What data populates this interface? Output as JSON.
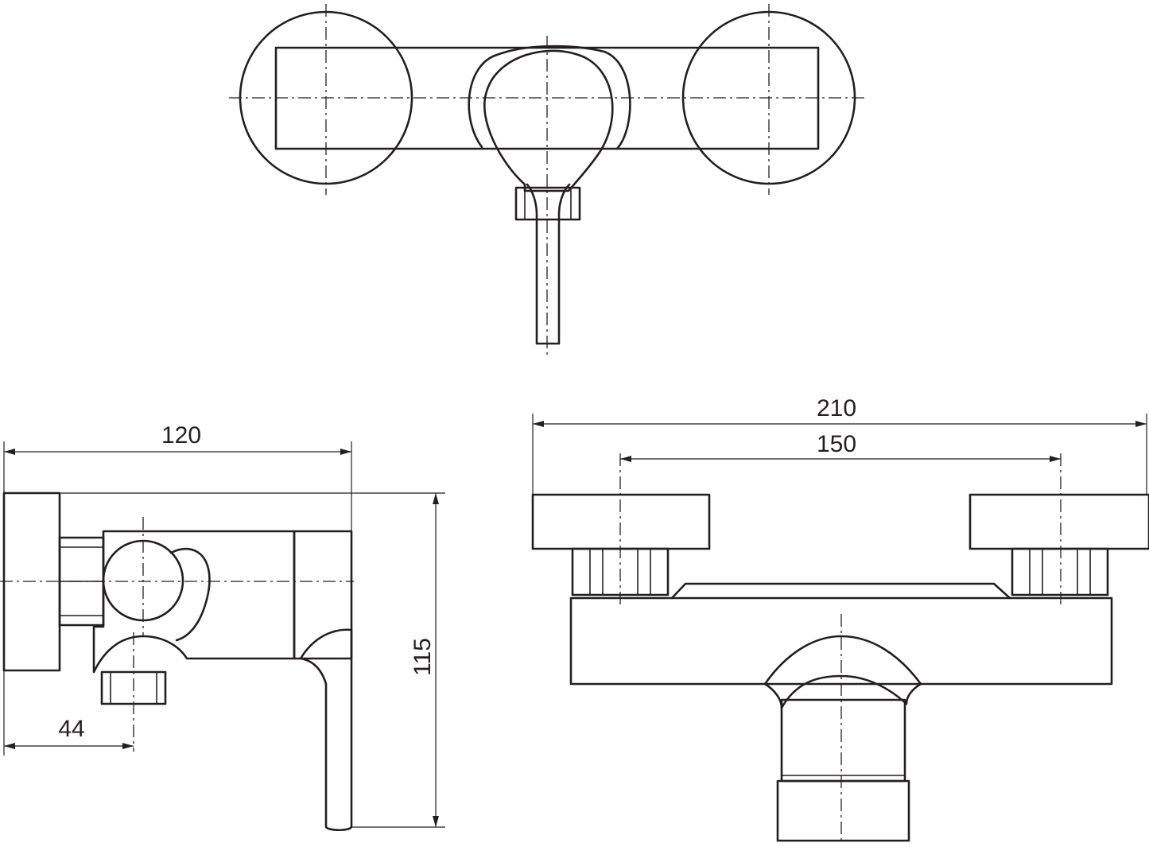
{
  "drawing": {
    "views": [
      "top-view",
      "side-view",
      "front-view"
    ],
    "unit": "mm"
  },
  "dimensions": {
    "side_width": "120",
    "side_height": "115",
    "outlet_offset": "44",
    "overall_width": "210",
    "centers_distance": "150"
  }
}
